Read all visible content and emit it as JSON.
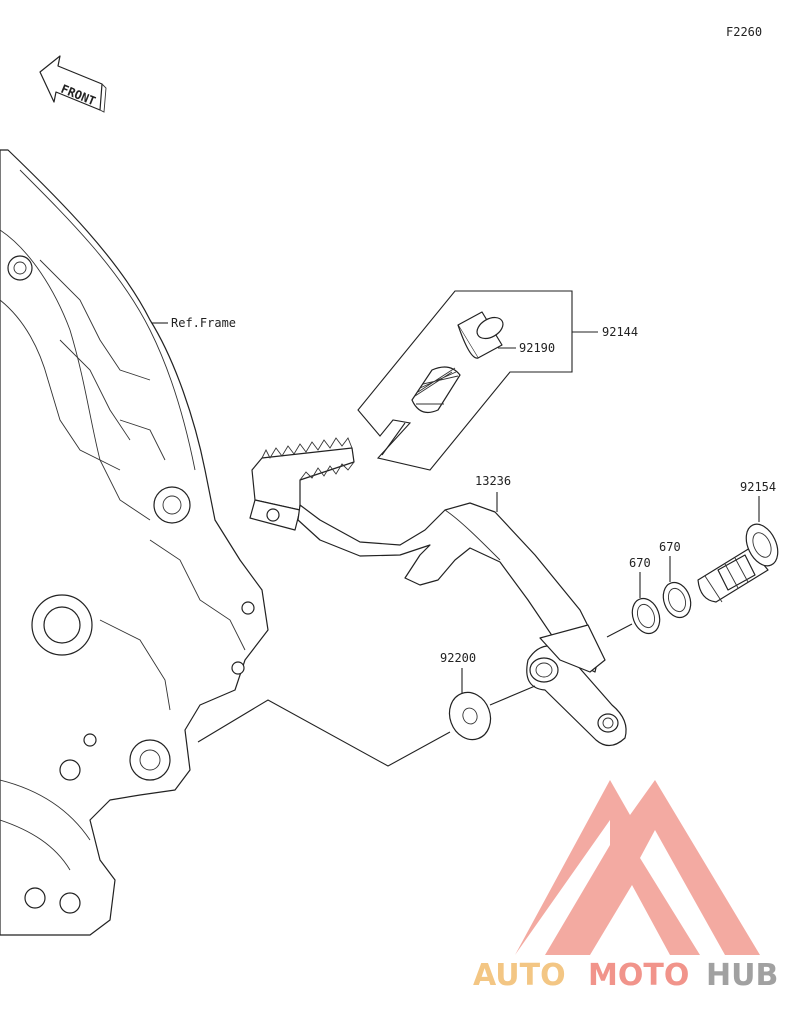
{
  "diagram_code": "F2260",
  "front_marker": "FRONT",
  "labels": {
    "ref_frame": "Ref.Frame",
    "p92144": "92144",
    "p92190": "92190",
    "p13236": "13236",
    "p92154": "92154",
    "p670a": "670",
    "p670b": "670",
    "p92200": "92200"
  },
  "watermark": {
    "auto": "AUTO",
    "moto": "MOTO",
    "hub": "HUB",
    "colors": {
      "auto": "#f2c27a",
      "moto": "#f08c82",
      "hub": "#9a9a9a",
      "triangle": "#f2a39a"
    }
  }
}
